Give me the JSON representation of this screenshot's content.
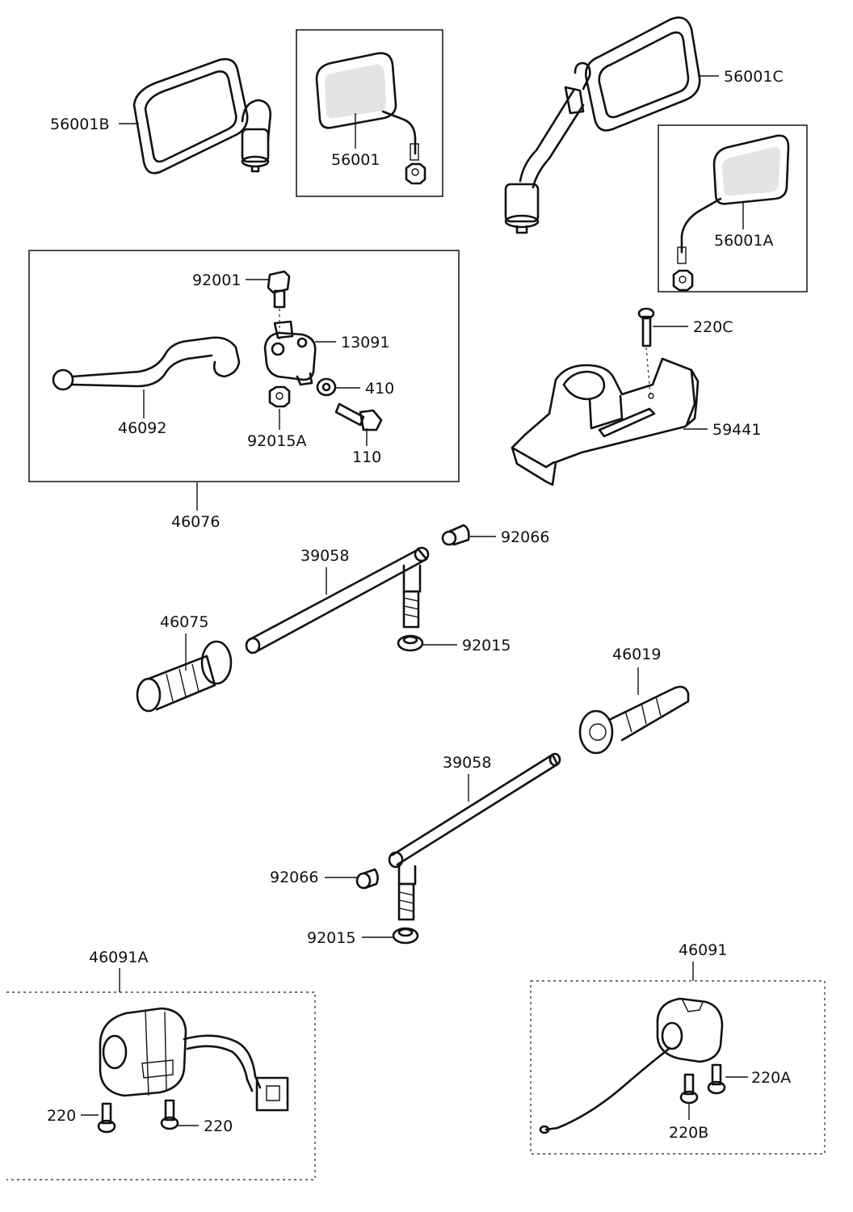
{
  "parts": {
    "mirror_left_large": "56001B",
    "mirror_small_boxed": "56001",
    "mirror_right_large": "56001C",
    "mirror_small_boxed_right": "56001A",
    "lever_bolt": "92001",
    "lever_bracket": "13091",
    "lever": "46092",
    "washer": "410",
    "lever_nut": "92015A",
    "pivot_bolt": "110",
    "lever_assembly": "46076",
    "cover_screw": "220C",
    "handlebar_cover": "59441",
    "bar_cap_upper": "92066",
    "handlebar_left": "39058",
    "grip_left": "46075",
    "bar_nut_upper": "92015",
    "grip_right": "46019",
    "handlebar_right": "39058",
    "bar_cap_lower": "92066",
    "bar_nut_lower": "92015",
    "switch_left": "46091A",
    "switch_left_screw_a": "220",
    "switch_left_screw_b": "220",
    "switch_right": "46091",
    "switch_right_screw_a": "220A",
    "switch_right_screw_b": "220B"
  }
}
